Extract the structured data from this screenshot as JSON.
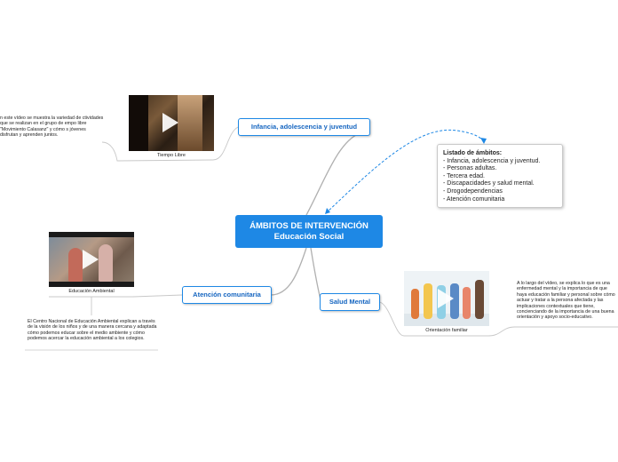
{
  "central": {
    "line1": "ÁMBITOS DE INTERVENCIÓN",
    "line2": "Educación Social"
  },
  "topics": {
    "infancia": "Infancia, adolescencia y juventud",
    "atencion": "Atención comunitaria",
    "salud": "Salud Mental"
  },
  "note": {
    "title": "Listado de ámbitos:",
    "items": [
      "- Infancia, adolescencia y juventud.",
      "- Personas adultas.",
      "- Tercera edad.",
      "- Discapacidades y salud mental.",
      "- Drogodependencias",
      "- Atención comunitaria"
    ]
  },
  "videos": {
    "tiempo_libre": {
      "caption": "Tiempo Libre",
      "description": "n este vídeo se muestra la variedad de ctividades que se realizan en el grupo de empo libre \"Movimiento Calasanz\" y cómo s jóvenes disfrutan y aprenden juntos."
    },
    "educacion_ambiental": {
      "caption": "Educación Ambiental",
      "description": "El Centro Nacional de Educación Ambiental explican a través de la visión de los niños y de una manera cercana y adaptada cómo podemos educar sobre el medio ambiente y cómo podemos acercar la educación ambiental a los colegios."
    },
    "orientacion_familiar": {
      "caption": "Orientación familiar",
      "description": "A lo largo del vídeo, se explica lo que es una enfermedad mental y la importancia de que haya educación familiar y personal sobre cómo actuar y tratar a la persona afectada y las implicaciones contextuales que tiene, concienciando de la importancia de una buena orientación y apoyo socio-educativo."
    }
  },
  "colors": {
    "accent": "#1e88e5",
    "connector": "#b0b0b0",
    "dashed_link": "#1e88e5"
  }
}
